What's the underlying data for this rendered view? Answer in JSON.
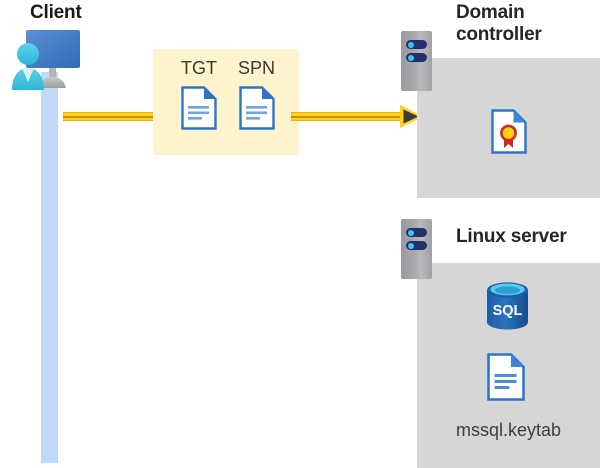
{
  "diagram": {
    "title_client": "Client",
    "colors": {
      "highlight_box": "#fdf3cd",
      "arrow": "#ffd119",
      "panel_gray": "#d6d6d6",
      "lifeline_blue": "#bfd9f7",
      "doc_blue": "#3b7dd8",
      "sql_blue": "#1f5fa9",
      "seal_yellow": "#ffd21a",
      "seal_red": "#d32b24",
      "server_navy": "#22306b",
      "server_led": "#3fc3f4"
    },
    "client": {
      "label": "Client",
      "icon": "user-monitor-icon",
      "lifeline": "client-lifeline"
    },
    "message_box": {
      "icons": [
        {
          "label": "TGT",
          "icon": "document-icon"
        },
        {
          "label": "SPN",
          "icon": "document-icon"
        }
      ]
    },
    "arrow": {
      "icon": "arrow-right-icon",
      "direction": "client-to-domain-controller"
    },
    "nodes": [
      {
        "id": "domain-controller",
        "title": "Domain controller",
        "server_icon": "server-rack-icon",
        "contents": [
          {
            "icon": "certificate-document-icon",
            "caption": ""
          }
        ]
      },
      {
        "id": "linux-server",
        "title": "Linux server",
        "server_icon": "server-rack-icon",
        "contents": [
          {
            "icon": "sql-database-icon",
            "caption": "SQL"
          },
          {
            "icon": "document-icon",
            "caption": "mssql.keytab"
          }
        ]
      }
    ],
    "sql_label": "SQL",
    "keytab_filename": "mssql.keytab"
  }
}
